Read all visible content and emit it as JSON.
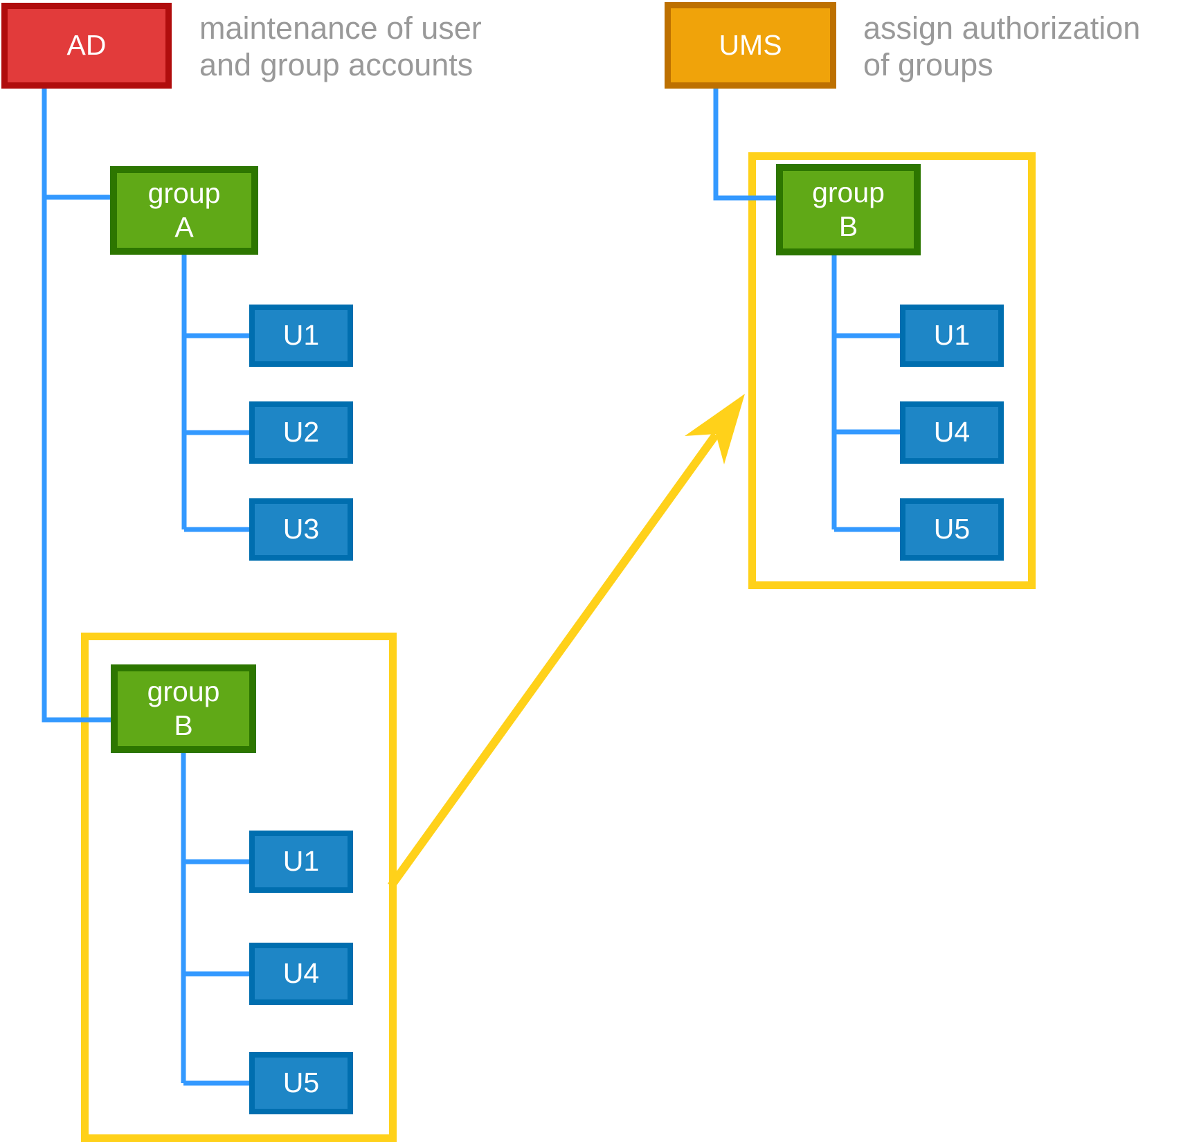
{
  "diagram": {
    "ad": {
      "label": "AD",
      "note_line1": "maintenance of user",
      "note_line2": "and group accounts"
    },
    "ums": {
      "label": "UMS",
      "note_line1": "assign authorization",
      "note_line2": "of groups"
    },
    "group_a": {
      "line1": "group",
      "line2": "A",
      "users": [
        "U1",
        "U2",
        "U3"
      ]
    },
    "group_b_ad": {
      "line1": "group",
      "line2": "B",
      "users": [
        "U1",
        "U4",
        "U5"
      ]
    },
    "group_b_ums": {
      "line1": "group",
      "line2": "B",
      "users": [
        "U1",
        "U4",
        "U5"
      ]
    }
  },
  "colors": {
    "ad_fill": "#E23B3B",
    "ad_border": "#B00D0D",
    "ums_fill": "#F0A30A",
    "ums_border": "#BD7000",
    "group_fill": "#60A917",
    "group_border": "#2D7600",
    "user_fill": "#1E86C6",
    "user_border": "#006EAF",
    "connector_blue": "#3399FF",
    "highlight_yellow": "#FFD11A",
    "note_gray": "#999999"
  }
}
